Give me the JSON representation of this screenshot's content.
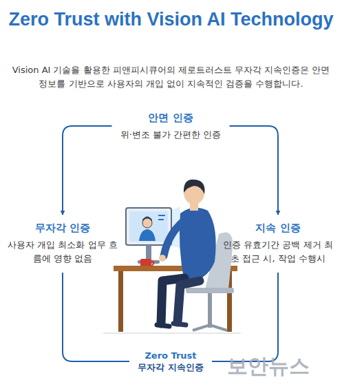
{
  "diagram": {
    "title": "Zero Trust with Vision AI Technology",
    "nodes": [
      {
        "text": [
          "안면 인증",
          "위·변조 불가 간편한 인증"
        ]
      },
      {
        "text": [
          "무자각 인증",
          "사용자 개입 최소화 업무 흐름에 영향 없음"
        ]
      },
      {
        "text": [
          "지속 인증",
          "인증 유효기간 공백 제거 최초 접근 시, 작업 수행시"
        ]
      },
      {
        "text": [
          "Zero Trust",
          "무자각 지속인증"
        ]
      }
    ],
    "edges": [
      {
        "from": 0,
        "to": 1,
        "arrow": "to"
      },
      {
        "from": 0,
        "to": 2,
        "arrow": "to"
      },
      {
        "from": 1,
        "to": 3,
        "arrow": "none"
      },
      {
        "from": 2,
        "to": 3,
        "arrow": "none"
      }
    ],
    "labels": [
      "Vision AI 기술을 활용한 피앤피시큐어의 제로트러스트 무자각 지속인증은 안면정보를 기반으로 사용자의 개입 없이 지속적인 검증을 수행합니다.",
      "보안뉴스"
    ]
  }
}
